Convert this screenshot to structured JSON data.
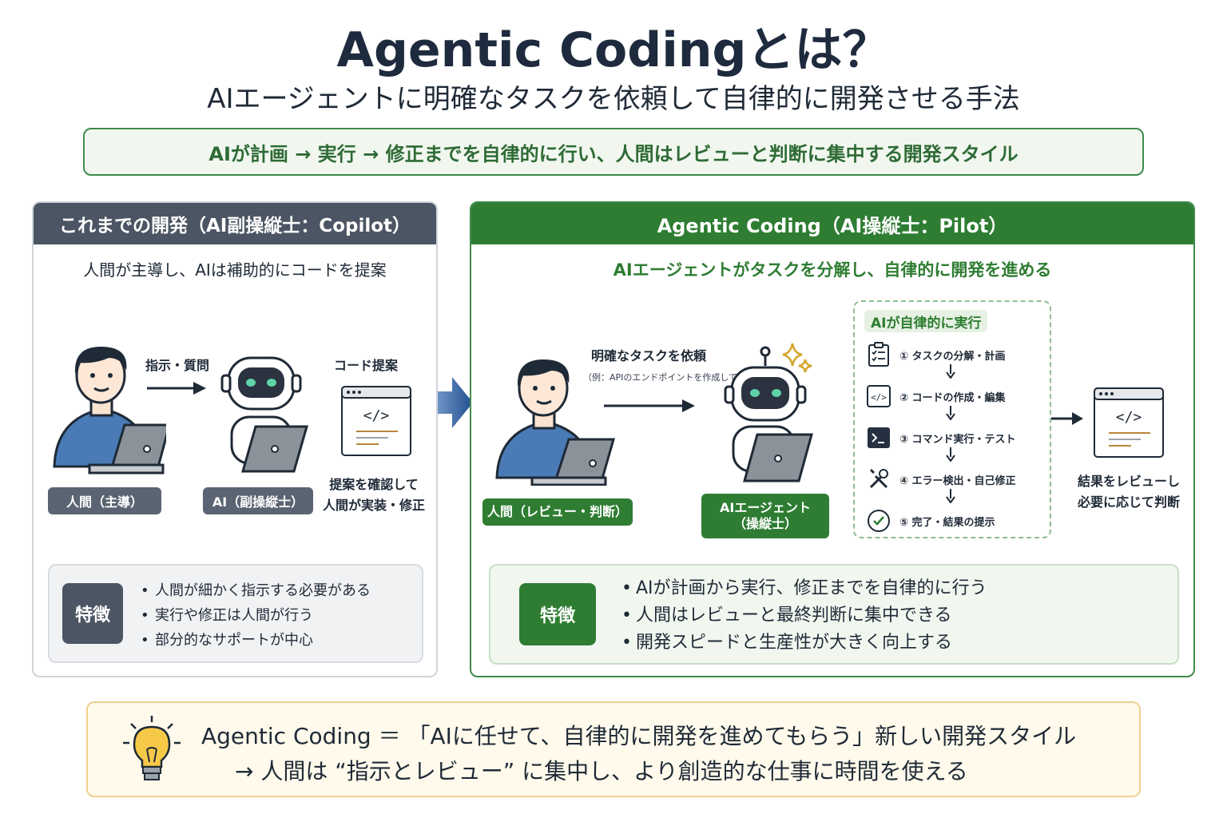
{
  "title": "Agentic Codingとは？",
  "subtitle": "AIエージェントに明確なタスクを依頼して自律的に開発させる手法",
  "summary": "AIが計画 → 実行 → 修正までを自律的に行い、人間はレビューと判断に集中する開発スタイル",
  "left": {
    "header": "これまでの開発（AI副操縦士：Copilot）",
    "sub": "人間が主導し、AIは補助的にコードを提案",
    "arrow_label": "指示・質問",
    "code_label": "コード提案",
    "human_label": "人間（主導）",
    "ai_label": "AI（副操縦士）",
    "note_line1": "提案を確認して",
    "note_line2": "人間が実装・修正",
    "feature_badge": "特徴",
    "features": [
      "人間が細かく指示する必要がある",
      "実行や修正は人間が行う",
      "部分的なサポートが中心"
    ]
  },
  "right": {
    "header": "Agentic Coding（AI操縦士：Pilot）",
    "sub": "AIエージェントがタスクを分解し、自律的に開発を進める",
    "arrow_label": "明確なタスクを依頼",
    "arrow_example": "（例：APIのエンドポイントを作成して）",
    "human_label": "人間（レビュー・判断）",
    "agent_label_line1": "AIエージェント",
    "agent_label_line2": "（操縦士）",
    "steps_title": "AIが自律的に実行",
    "steps": [
      {
        "text": "① タスクの分解・計画",
        "icon": "clipboard-checklist-icon"
      },
      {
        "text": "② コードの作成・編集",
        "icon": "code-brackets-icon"
      },
      {
        "text": "③ コマンド実行・テスト",
        "icon": "terminal-icon"
      },
      {
        "text": "④ エラー検出・自己修正",
        "icon": "wrench-screwdriver-icon"
      },
      {
        "text": "⑤ 完了・結果の提示",
        "icon": "check-circle-icon"
      }
    ],
    "result_line1": "結果をレビューし",
    "result_line2": "必要に応じて判断",
    "feature_badge": "特徴",
    "features": [
      "AIが計画から実行、修正までを自律的に行う",
      "人間はレビューと最終判断に集中できる",
      "開発スピードと生産性が大きく向上する"
    ]
  },
  "bottom": {
    "line1": "Agentic Coding ＝ 「AIに任せて、自律的に開発を進めてもらう」新しい開発スタイル",
    "line2": "→ 人間は “指示とレビュー” に集中し、より創造的な仕事に時間を使える",
    "icon": "lightbulb-icon"
  },
  "colors": {
    "green": "#2e7d32",
    "gray_header": "#4b5563",
    "navy_title": "#1e2a3d",
    "arrow_blue": "#1f4f8f",
    "bottom_bg": "#fffaeb"
  }
}
